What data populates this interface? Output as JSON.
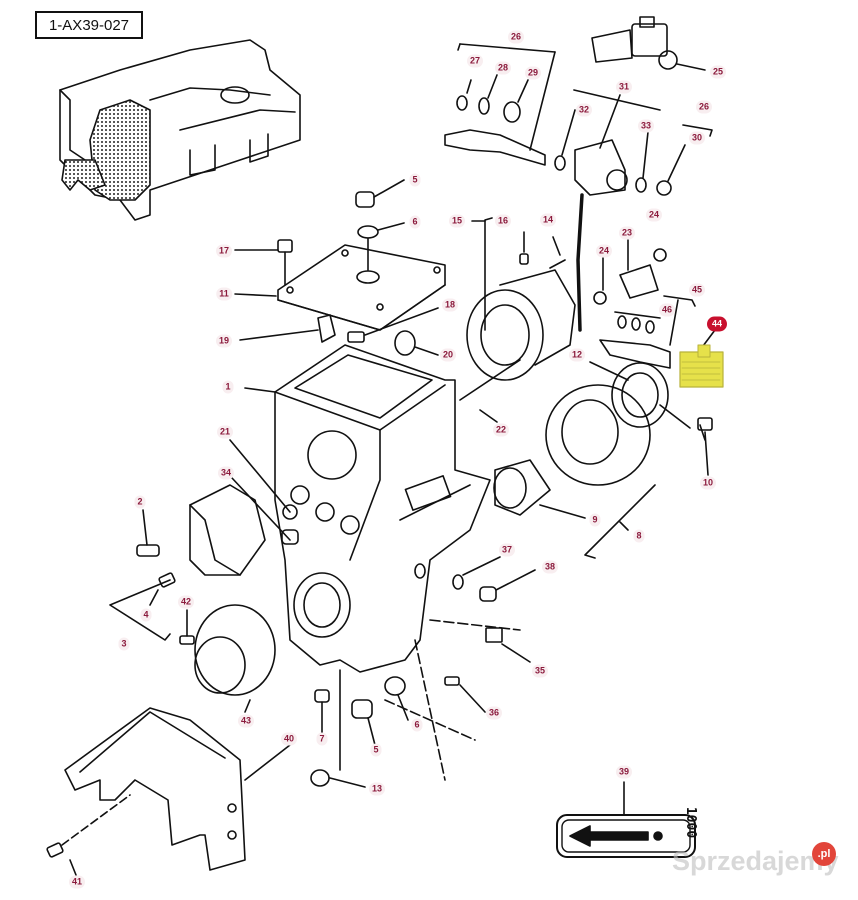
{
  "reference_code": "1-AX39-027",
  "highlight_color": "#e6e14a",
  "callout_color": "#8b1a3c",
  "highlight_badge_color": "#c8102e",
  "callouts": [
    {
      "id": "c1",
      "label": "1"
    },
    {
      "id": "c2",
      "label": "2"
    },
    {
      "id": "c3",
      "label": "3"
    },
    {
      "id": "c4",
      "label": "4"
    },
    {
      "id": "c5a",
      "label": "5"
    },
    {
      "id": "c5b",
      "label": "5"
    },
    {
      "id": "c6a",
      "label": "6"
    },
    {
      "id": "c6b",
      "label": "6"
    },
    {
      "id": "c7",
      "label": "7"
    },
    {
      "id": "c8",
      "label": "8"
    },
    {
      "id": "c9",
      "label": "9"
    },
    {
      "id": "c10",
      "label": "10"
    },
    {
      "id": "c11",
      "label": "11"
    },
    {
      "id": "c12",
      "label": "12"
    },
    {
      "id": "c13",
      "label": "13"
    },
    {
      "id": "c14",
      "label": "14"
    },
    {
      "id": "c15",
      "label": "15"
    },
    {
      "id": "c16",
      "label": "16"
    },
    {
      "id": "c17",
      "label": "17"
    },
    {
      "id": "c18",
      "label": "18"
    },
    {
      "id": "c19",
      "label": "19"
    },
    {
      "id": "c20",
      "label": "20"
    },
    {
      "id": "c21",
      "label": "21"
    },
    {
      "id": "c22",
      "label": "22"
    },
    {
      "id": "c23",
      "label": "23"
    },
    {
      "id": "c24a",
      "label": "24"
    },
    {
      "id": "c24b",
      "label": "24"
    },
    {
      "id": "c25",
      "label": "25"
    },
    {
      "id": "c26a",
      "label": "26"
    },
    {
      "id": "c26b",
      "label": "26"
    },
    {
      "id": "c27",
      "label": "27"
    },
    {
      "id": "c28",
      "label": "28"
    },
    {
      "id": "c29",
      "label": "29"
    },
    {
      "id": "c30",
      "label": "30"
    },
    {
      "id": "c31",
      "label": "31"
    },
    {
      "id": "c32",
      "label": "32"
    },
    {
      "id": "c33",
      "label": "33"
    },
    {
      "id": "c34",
      "label": "34"
    },
    {
      "id": "c35",
      "label": "35"
    },
    {
      "id": "c36",
      "label": "36"
    },
    {
      "id": "c37",
      "label": "37"
    },
    {
      "id": "c38",
      "label": "38"
    },
    {
      "id": "c39",
      "label": "39"
    },
    {
      "id": "c40",
      "label": "40"
    },
    {
      "id": "c41",
      "label": "41"
    },
    {
      "id": "c42",
      "label": "42"
    },
    {
      "id": "c43",
      "label": "43"
    },
    {
      "id": "c44",
      "label": "44"
    },
    {
      "id": "c45",
      "label": "45"
    },
    {
      "id": "c46",
      "label": "46"
    }
  ],
  "sticker": {
    "text": "1000",
    "icon": "arrow-left-icon"
  },
  "watermark": {
    "text": "Sprzedajemy",
    "badge": ".pl"
  }
}
